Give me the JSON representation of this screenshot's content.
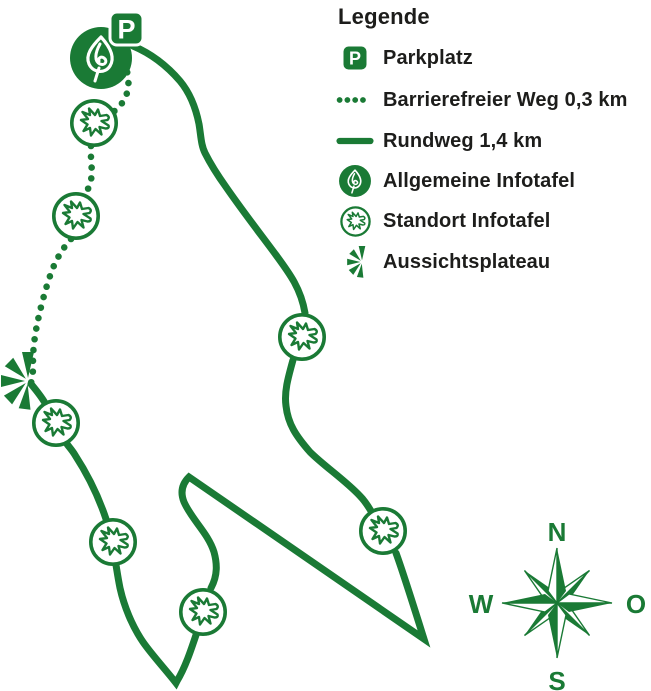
{
  "legend": {
    "title": "Legende",
    "items": [
      {
        "label": "Parkplatz",
        "icon": "parking-sign"
      },
      {
        "label": "Barrierefreier Weg 0,3 km",
        "icon": "dotted-line"
      },
      {
        "label": "Rundweg 1,4 km",
        "icon": "solid-line"
      },
      {
        "label": "Allgemeine Infotafel",
        "icon": "general-info-circle"
      },
      {
        "label": "Standort Infotafel",
        "icon": "bird-info-circle"
      },
      {
        "label": "Aussichtsplateau",
        "icon": "viewpoint-star"
      }
    ]
  },
  "map": {
    "parking_letter": "P"
  },
  "compass": {
    "north": "N",
    "east": "O",
    "south": "S",
    "west": "W"
  },
  "colors": {
    "trail_green": "#1a7a35",
    "text_black": "#1d1d1b",
    "background": "#ffffff"
  }
}
